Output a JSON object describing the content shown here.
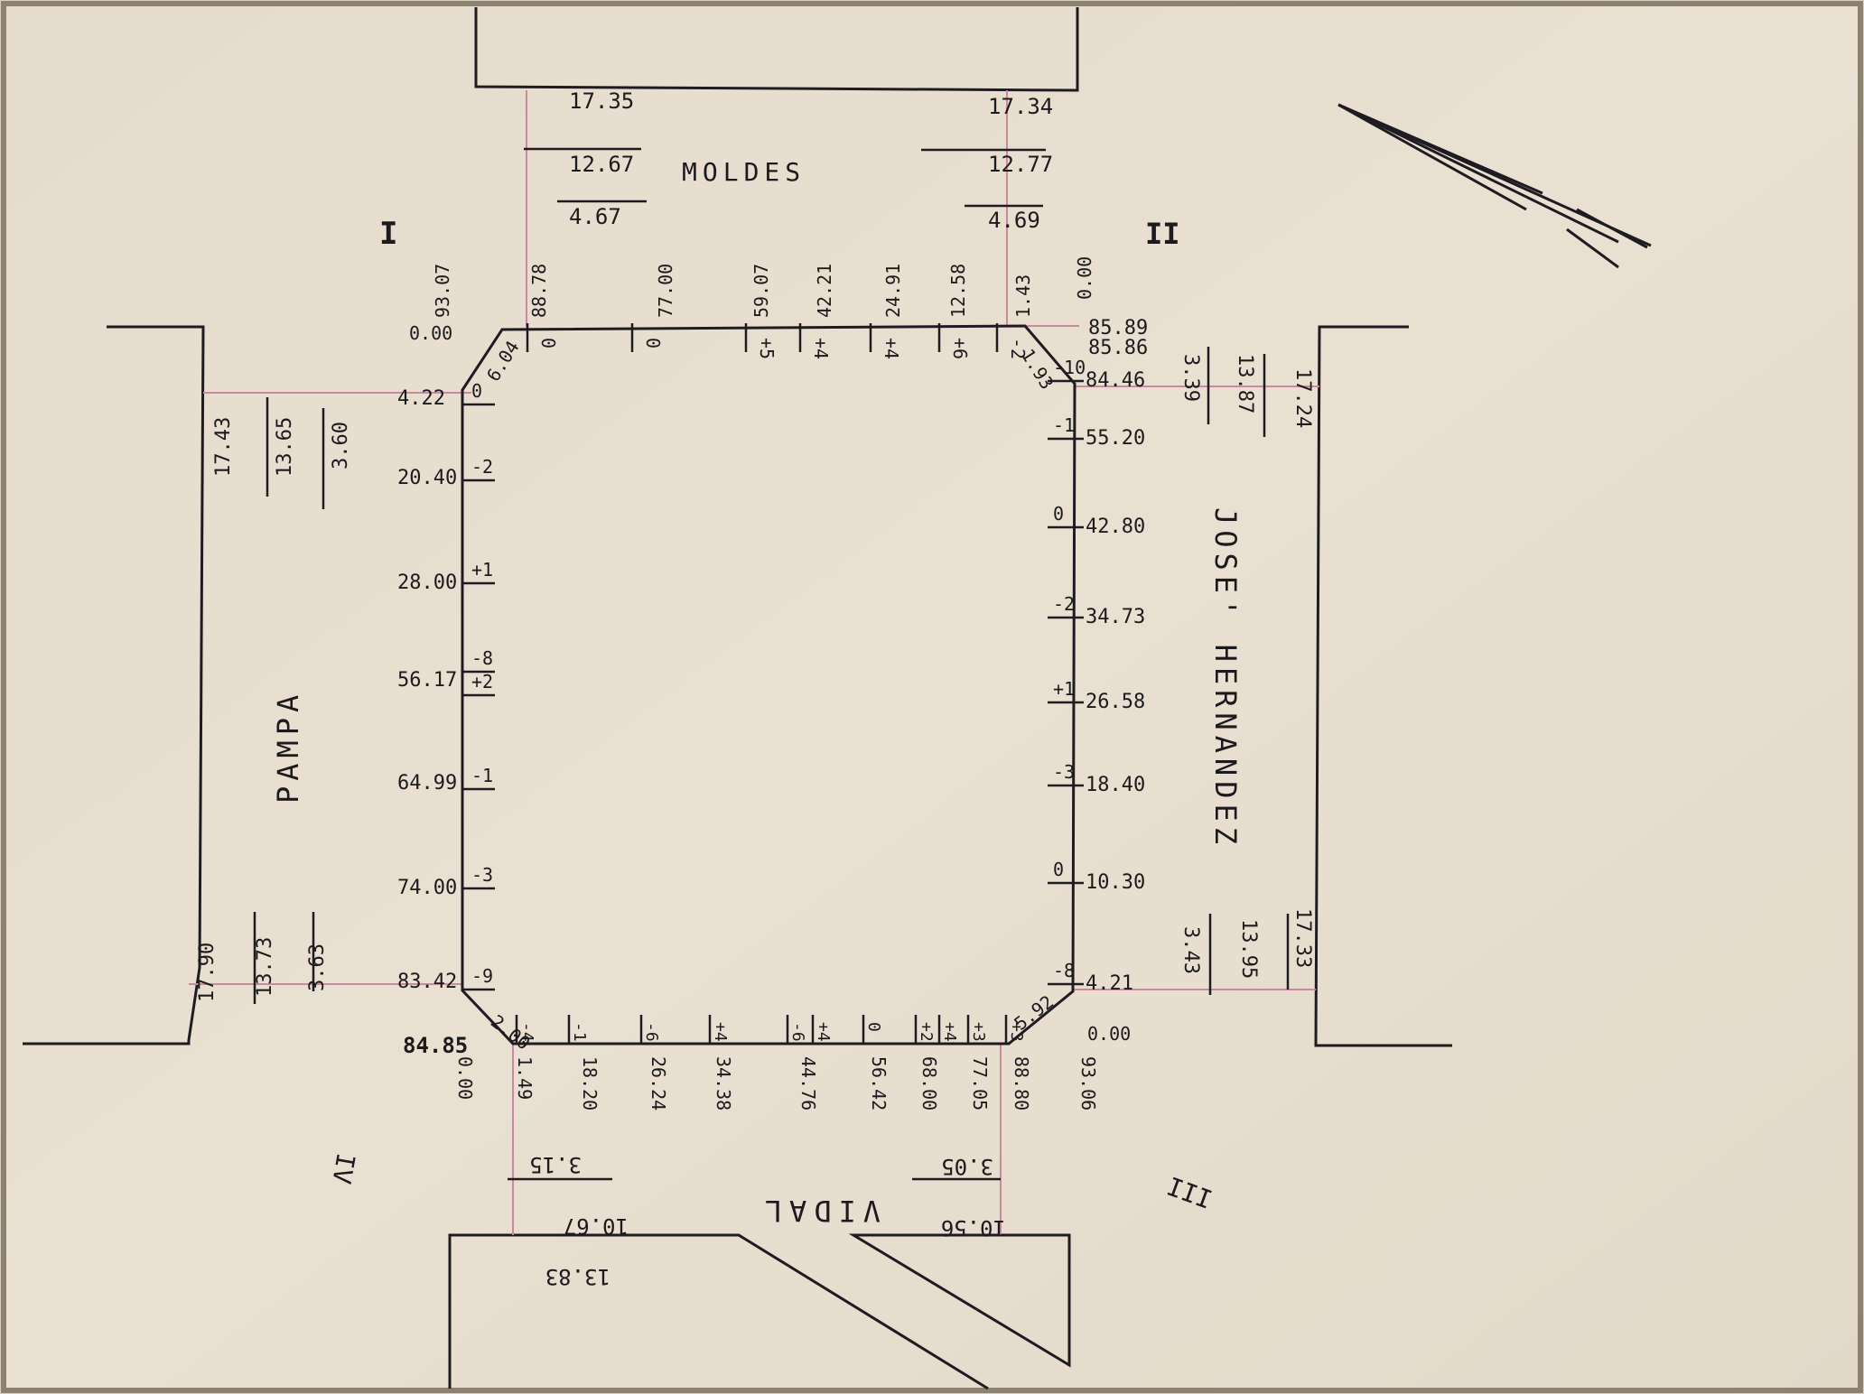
{
  "streets": {
    "north": "MOLDES",
    "west": "PAMPA",
    "east": "JOSE' HERNANDEZ",
    "south": "VIDAL"
  },
  "quadrants": {
    "q1": "I",
    "q2": "II",
    "q3": "III",
    "q4": "IV"
  },
  "north_street": {
    "left": [
      "17.35",
      "12.67",
      "4.67"
    ],
    "right": [
      "17.34",
      "12.77",
      "4.69"
    ]
  },
  "west_street": [
    "17.43",
    "13.65",
    "3.60"
  ],
  "west_street_lower": [
    "17.90",
    "13.73",
    "3.63"
  ],
  "east_street": [
    "3.39",
    "13.87",
    "17.24"
  ],
  "east_street_lower": [
    "3.43",
    "13.95",
    "17.33"
  ],
  "south_street": {
    "left": [
      "3.15",
      "10.67",
      "13.83"
    ],
    "right": [
      "3.05",
      "10.56"
    ]
  },
  "top_side": {
    "corner_left": "0.00",
    "stations": [
      "93.07",
      "88.78",
      "77.00",
      "59.07",
      "42.21",
      "24.91",
      "12.58",
      "1.43"
    ],
    "marks": [
      "0",
      "0",
      "+5",
      "+4",
      "+4",
      "+6",
      "-2"
    ],
    "chamfer_left": "6.04",
    "chamfer_right": "1.93"
  },
  "right_side": {
    "top_labels": [
      "0.00",
      "85.89",
      "85.86"
    ],
    "stations": [
      "84.46",
      "55.20",
      "42.80",
      "34.73",
      "26.58",
      "18.40",
      "10.30",
      "4.21"
    ],
    "marks": [
      "-10",
      "-1",
      "0",
      "-2",
      "+1",
      "-3",
      "0",
      "-8"
    ],
    "bottom": "0.00",
    "chamfer": "5.92"
  },
  "left_side": {
    "stations": [
      "4.22",
      "20.40",
      "28.00",
      "56.17",
      "64.99",
      "74.00",
      "83.42"
    ],
    "marks": [
      "0",
      "-2",
      "+1",
      "-8",
      "+2",
      "-1",
      "-3",
      "-9"
    ],
    "corner": "84.85",
    "chamfer": "2.00"
  },
  "bottom_side": {
    "stations": [
      "0.00",
      "1.49",
      "18.20",
      "26.24",
      "34.38",
      "44.76",
      "56.42",
      "68.00",
      "77.05",
      "88.80",
      "93.06"
    ],
    "marks": [
      "-4",
      "-1",
      "-6",
      "+4",
      "-6",
      "+4",
      "0",
      "+2",
      "+4",
      "+3",
      "+3"
    ]
  }
}
